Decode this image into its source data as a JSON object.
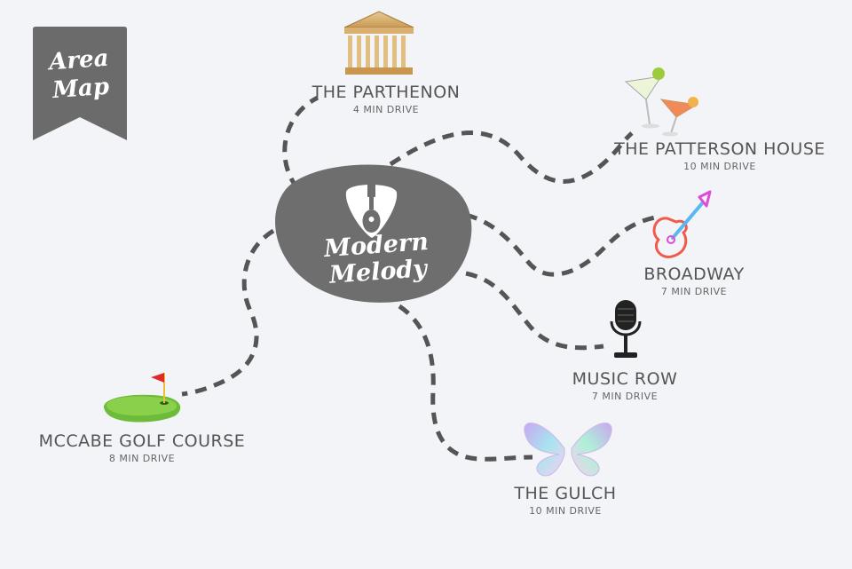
{
  "banner": {
    "line1": "Area",
    "line2": "Map"
  },
  "center": {
    "line1": "Modern",
    "line2": "Melody"
  },
  "colors": {
    "background": "#f3f4f8",
    "blob": "#6e6e6e",
    "path": "#555555",
    "text": "#555555"
  },
  "locations": [
    {
      "key": "parthenon",
      "name": "THE PARTHENON",
      "drive": "4 MIN DRIVE",
      "icon": "parthenon-icon"
    },
    {
      "key": "patterson",
      "name": "THE PATTERSON HOUSE",
      "drive": "10 MIN DRIVE",
      "icon": "cocktail-glasses-icon"
    },
    {
      "key": "broadway",
      "name": "BROADWAY",
      "drive": "7 MIN DRIVE",
      "icon": "neon-guitar-icon"
    },
    {
      "key": "musicrow",
      "name": "MUSIC ROW",
      "drive": "7 MIN DRIVE",
      "icon": "microphone-icon"
    },
    {
      "key": "gulch",
      "name": "THE GULCH",
      "drive": "10 MIN DRIVE",
      "icon": "butterfly-wings-icon"
    },
    {
      "key": "mccabe",
      "name": "MCCABE GOLF COURSE",
      "drive": "8 MIN DRIVE",
      "icon": "golf-green-icon"
    }
  ]
}
